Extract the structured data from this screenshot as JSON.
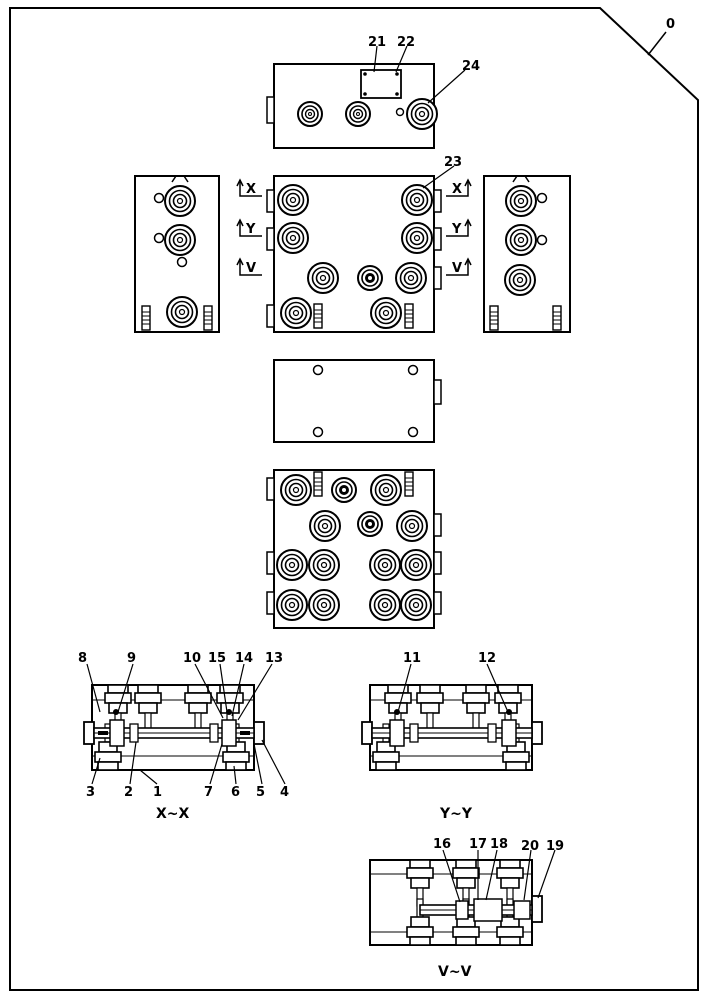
{
  "frame_label": "0",
  "callouts": {
    "c1": "1",
    "c2": "2",
    "c3": "3",
    "c4": "4",
    "c5": "5",
    "c6": "6",
    "c7": "7",
    "c8": "8",
    "c9": "9",
    "c10": "10",
    "c11": "11",
    "c12": "12",
    "c13": "13",
    "c14": "14",
    "c15": "15",
    "c16": "16",
    "c17": "17",
    "c18": "18",
    "c19": "19",
    "c20": "20",
    "c21": "21",
    "c22": "22",
    "c23": "23",
    "c24": "24"
  },
  "section_marks": {
    "x": "X",
    "y": "Y",
    "v": "V"
  },
  "section_titles": {
    "xx": "X~X",
    "yy": "Y~Y",
    "vv": "V~V"
  }
}
